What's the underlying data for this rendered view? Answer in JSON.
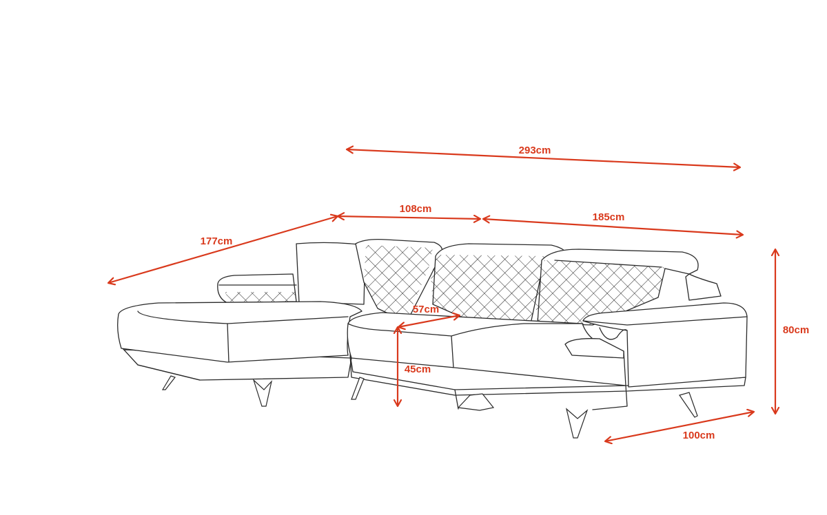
{
  "colors": {
    "dimension": "#d9391c",
    "outline": "#2a2a2a",
    "background": "#ffffff"
  },
  "dimensions": {
    "overall_width": "293cm",
    "chaise_length": "177cm",
    "chaise_section_width": "108cm",
    "main_section_width": "185cm",
    "height": "80cm",
    "depth": "100cm",
    "seat_depth": "57cm",
    "seat_height": "45cm"
  }
}
